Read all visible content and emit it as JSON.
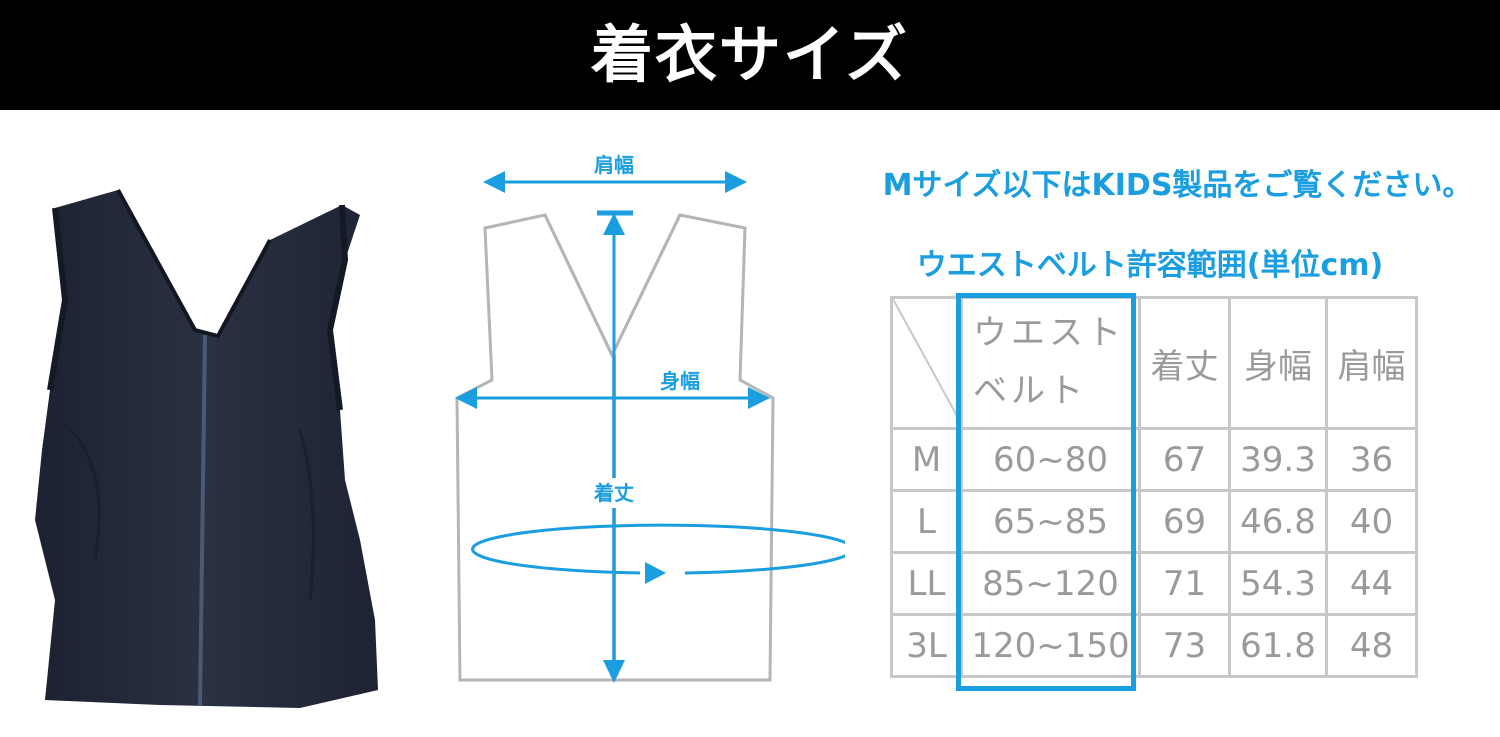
{
  "banner": {
    "title": "着衣サイズ"
  },
  "diagram": {
    "shoulder_label": "肩幅",
    "chest_label": "身幅",
    "length_label": "着丈"
  },
  "note": "Mサイズ以下はKIDS製品をご覧ください。",
  "chart_data": {
    "type": "table",
    "title": "ウエストベルト許容範囲(単位cm)",
    "headers": [
      "",
      "ウエストベルト",
      "着丈",
      "身幅",
      "肩幅"
    ],
    "rows": [
      [
        "M",
        "60~80",
        "67",
        "39.3",
        "36"
      ],
      [
        "L",
        "65~85",
        "69",
        "46.8",
        "40"
      ],
      [
        "LL",
        "85~120",
        "71",
        "54.3",
        "44"
      ],
      [
        "3L",
        "120~150",
        "73",
        "61.8",
        "48"
      ]
    ],
    "highlight_column": 1,
    "colors": {
      "accent": "#1a9ee0",
      "grid": "#c8c8c8",
      "text": "#9a9a9a"
    }
  },
  "colors": {
    "banner_bg": "#000000",
    "vest": "#232a3a",
    "outline": "#b5b5b5"
  }
}
